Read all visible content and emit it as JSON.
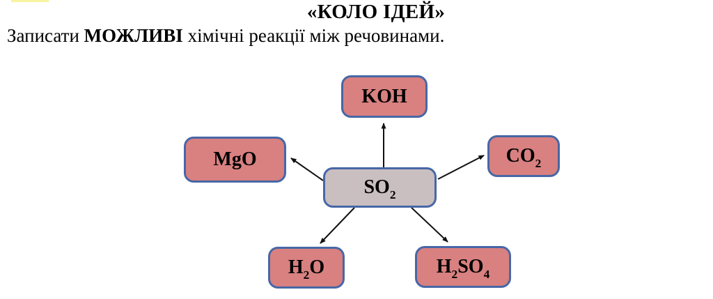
{
  "page": {
    "title": "«КОЛО ІДЕЙ»",
    "instruction_prefix": "Записати ",
    "instruction_bold": "МОЖЛИВІ",
    "instruction_suffix": " хімічні реакції між речовинами."
  },
  "colors": {
    "node_fill": "#D98080",
    "center_fill": "#C9BEC0",
    "node_border": "#4767A6",
    "arrow": "#111111",
    "highlight_strip": "#F8F3A0"
  },
  "diagram": {
    "center": {
      "base": "SO",
      "sub": "2"
    },
    "nodes": {
      "koh": {
        "label": "KOH"
      },
      "mgo": {
        "label": "MgO"
      },
      "co2": {
        "base": "CO",
        "sub": "2"
      },
      "h2o": {
        "p1": "H",
        "s1": "2",
        "p2": "O"
      },
      "h2so4": {
        "p1": "H",
        "s1": "2",
        "p2": "SO",
        "s2": "4"
      }
    },
    "edges": [
      {
        "from": "SO2",
        "to": "KOH"
      },
      {
        "from": "SO2",
        "to": "MgO"
      },
      {
        "from": "SO2",
        "to": "CO2"
      },
      {
        "from": "SO2",
        "to": "H2O"
      },
      {
        "from": "SO2",
        "to": "H2SO4"
      }
    ]
  }
}
